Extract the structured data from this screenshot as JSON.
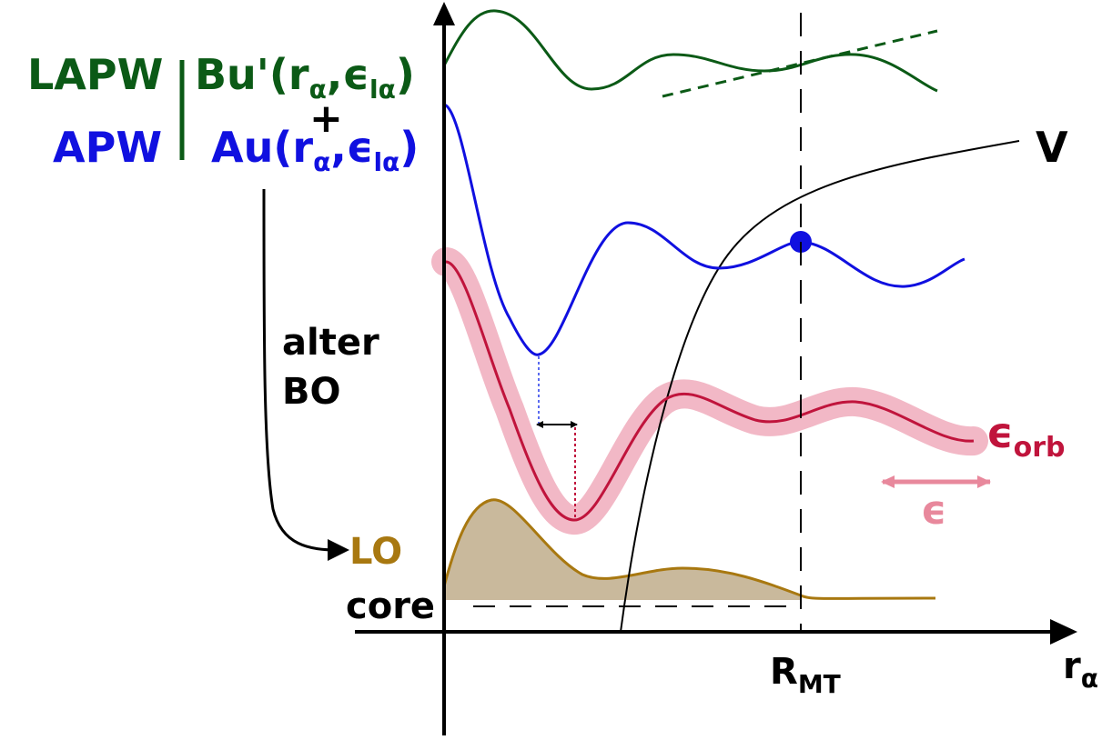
{
  "labels": {
    "lapw": "LAPW",
    "apw": "APW",
    "lapw_term_main": "Bu'(r",
    "lapw_term_sub1": "α",
    "lapw_term_mid": ",ϵ",
    "lapw_term_sub2": "lα",
    "lapw_term_end": ")",
    "plus": "+",
    "apw_term_main": "Au(r",
    "apw_term_sub1": "α",
    "apw_term_mid": ",ϵ",
    "apw_term_sub2": "lα",
    "apw_term_end": ")",
    "alter_line1": "alter",
    "alter_line2": "BO",
    "lo": "LO",
    "core": "core",
    "v": "V",
    "eorb_main": "ϵ",
    "eorb_sub": "orb",
    "epsilon": "ϵ",
    "rmt_main": "R",
    "rmt_sub": "MT",
    "r_main": "r",
    "r_sub": "α"
  },
  "colors": {
    "lapw_green": "#0b5a16",
    "apw_blue": "#1010e0",
    "orbital_red": "#c0143c",
    "band_pink": "#f2b8c6",
    "epsilon_pink": "#e8889c",
    "lo_brown": "#a87810",
    "lo_fill": "#c9b99c",
    "black": "#000000"
  }
}
